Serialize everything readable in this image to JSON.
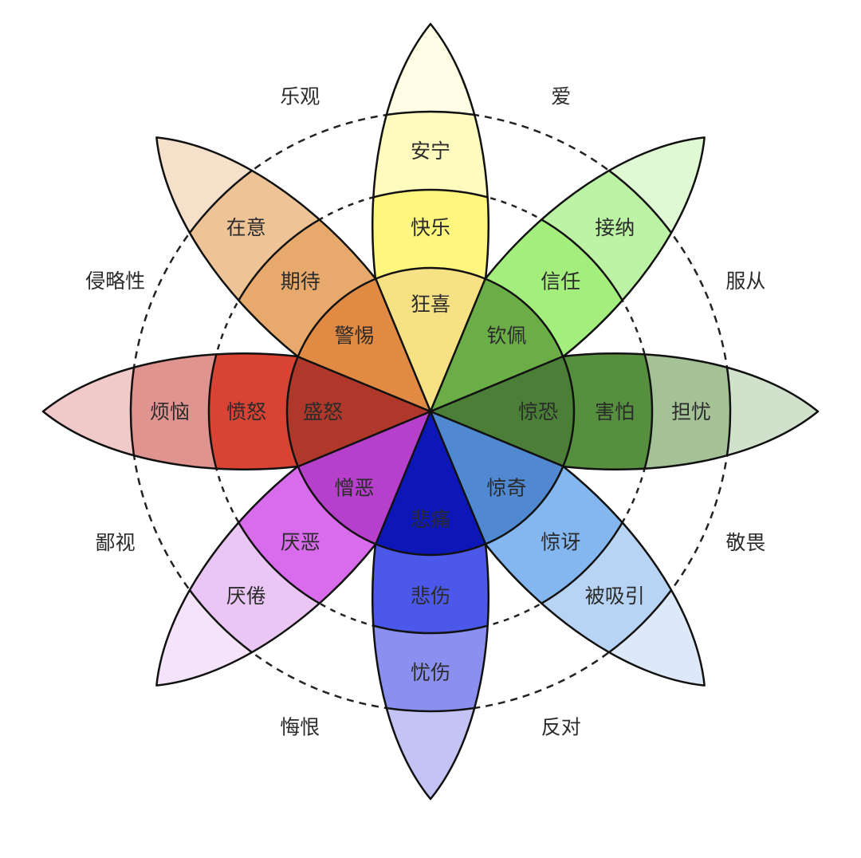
{
  "title": "Plutchik emotion wheel",
  "petals": [
    {
      "direction": "up",
      "colors": [
        "#f6e184",
        "#fff67e",
        "#fffbbe",
        "#fffee4"
      ],
      "labels": [
        "狂喜",
        "快乐",
        "安宁"
      ]
    },
    {
      "direction": "upper-right",
      "colors": [
        "#6bae48",
        "#a4ee7e",
        "#bdf3a4",
        "#def9d4"
      ],
      "labels": [
        "钦佩",
        "信任",
        "接纳"
      ]
    },
    {
      "direction": "right",
      "colors": [
        "#4b7e36",
        "#56903e",
        "#a5c296",
        "#d1e2cc"
      ],
      "labels": [
        "惊恐",
        "害怕",
        "担忧"
      ]
    },
    {
      "direction": "lower-right",
      "colors": [
        "#5088d2",
        "#84b6ef",
        "#b7d4f5",
        "#dde9f9"
      ],
      "labels": [
        "惊奇",
        "惊讶",
        "被吸引"
      ]
    },
    {
      "direction": "down",
      "colors": [
        "#0d17b8",
        "#4c58ea",
        "#8a8ff0",
        "#c3c3f6"
      ],
      "labels": [
        "悲痛",
        "悲伤",
        "忧伤"
      ]
    },
    {
      "direction": "lower-left",
      "colors": [
        "#b63fcb",
        "#d96cec",
        "#e9c6f3",
        "#f4e3f9"
      ],
      "labels": [
        "憎恶",
        "厌恶",
        "厌倦"
      ]
    },
    {
      "direction": "left",
      "colors": [
        "#b0382b",
        "#d84334",
        "#e09490",
        "#f1c9c9"
      ],
      "labels": [
        "盛怒",
        "愤怒",
        "烦恼"
      ]
    },
    {
      "direction": "upper-left",
      "colors": [
        "#e18a44",
        "#e8aa6c",
        "#eec496",
        "#f5e0ca"
      ],
      "labels": [
        "警惕",
        "期待",
        "在意"
      ]
    }
  ],
  "dyads": [
    "爱",
    "服从",
    "敬畏",
    "反对",
    "悔恨",
    "鄙视",
    "侵略性",
    "乐观"
  ],
  "line_color": "#111111"
}
